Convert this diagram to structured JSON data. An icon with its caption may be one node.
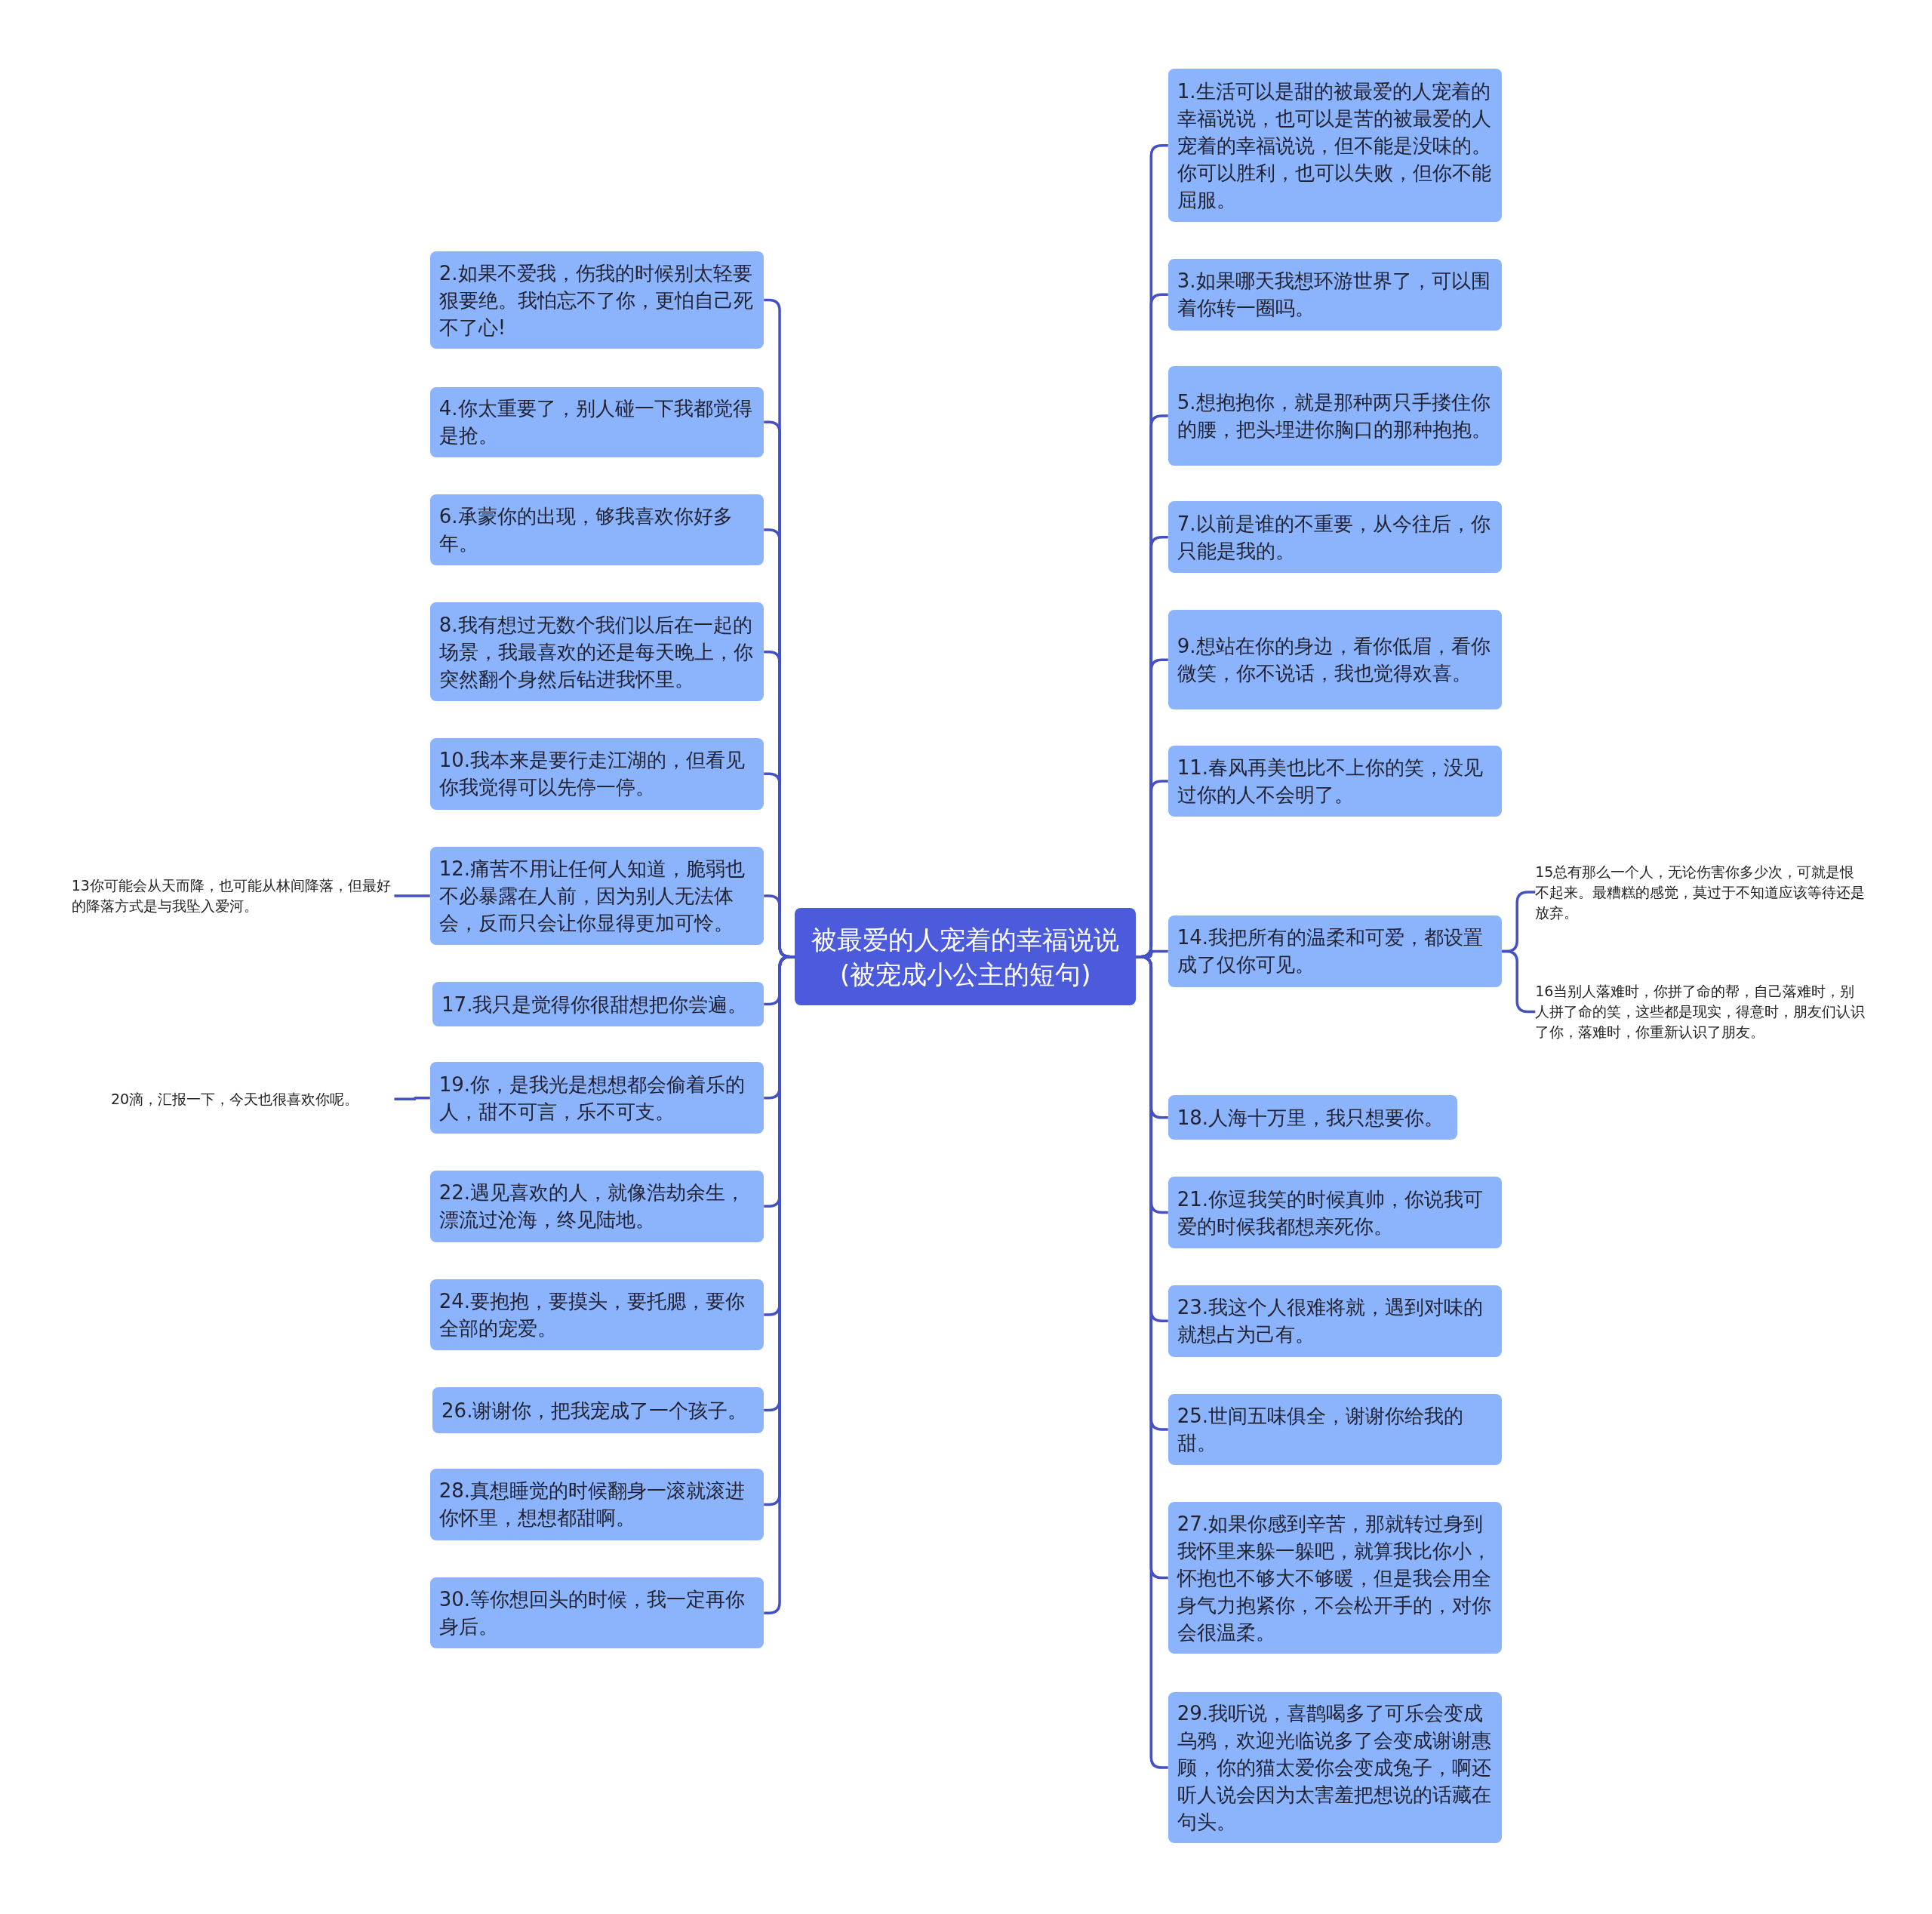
{
  "diagram": {
    "nodes": [
      {
        "text": [
          "被最爱的人宠着的幸福说说(被宠成小公主的短句)"
        ]
      },
      {
        "text": [
          "2.如果不爱我，伤我的时候别太轻要狠要绝。我怕忘不了你，更怕自己死不了心!"
        ]
      },
      {
        "text": [
          "4.你太重要了，别人碰一下我都觉得是抢。"
        ]
      },
      {
        "text": [
          "6.承蒙你的出现，够我喜欢你好多年。"
        ]
      },
      {
        "text": [
          "8.我有想过无数个我们以后在一起的场景，我最喜欢的还是每天晚上，你突然翻个身然后钻进我怀里。"
        ]
      },
      {
        "text": [
          "10.我本来是要行走江湖的，但看见你我觉得可以先停一停。"
        ]
      },
      {
        "text": [
          "12.痛苦不用让任何人知道，脆弱也不必暴露在人前，因为别人无法体会，反而只会让你显得更加可怜。"
        ]
      },
      {
        "text": [
          "13你可能会从天而降，也可能从林间降落，但最好的降落方式是与我坠入爱河。"
        ]
      },
      {
        "text": [
          "17.我只是觉得你很甜想把你尝遍。"
        ]
      },
      {
        "text": [
          "19.你，是我光是想想都会偷着乐的人，甜不可言，乐不可支。"
        ]
      },
      {
        "text": [
          "20滴，汇报一下，今天也很喜欢你呢。"
        ]
      },
      {
        "text": [
          "22.遇见喜欢的人，就像浩劫余生，漂流过沧海，终见陆地。"
        ]
      },
      {
        "text": [
          "24.要抱抱，要摸头，要托腮，要你全部的宠爱。"
        ]
      },
      {
        "text": [
          "26.谢谢你，把我宠成了一个孩子。"
        ]
      },
      {
        "text": [
          "28.真想睡觉的时候翻身一滚就滚进你怀里，想想都甜啊。"
        ]
      },
      {
        "text": [
          "30.等你想回头的时候，我一定再你身后。"
        ]
      },
      {
        "text": [
          "1.生活可以是甜的被最爱的人宠着的幸福说说，也可以是苦的被最爱的人宠着的幸福说说，但不能是没味的。你可以胜利，也可以失败，但你不能屈服。"
        ]
      },
      {
        "text": [
          "3.如果哪天我想环游世界了，可以围着你转一圈吗。"
        ]
      },
      {
        "text": [
          "5.想抱抱你，就是那种两只手搂住你的腰，把头埋进你胸口的那种抱抱。"
        ]
      },
      {
        "text": [
          "7.以前是谁的不重要，从今往后，你只能是我的。"
        ]
      },
      {
        "text": [
          "9.想站在你的身边，看你低眉，看你微笑，你不说话，我也觉得欢喜。"
        ]
      },
      {
        "text": [
          "11.春风再美也比不上你的笑，没见过你的人不会明了。"
        ]
      },
      {
        "text": [
          "14.我把所有的温柔和可爱，都设置成了仅你可见。"
        ]
      },
      {
        "text": [
          "15总有那么一个人，无论伤害你多少次，可就是恨不起来。最糟糕的感觉，莫过于不知道应该等待还是放弃。"
        ]
      },
      {
        "text": [
          "16当别人落难时，你拼了命的帮，自己落难时，别人拼了命的笑，这些都是现实，得意时，朋友们认识了你，落难时，你重新认识了朋友。"
        ]
      },
      {
        "text": [
          "18.人海十万里，我只想要你。"
        ]
      },
      {
        "text": [
          "21.你逗我笑的时候真帅，你说我可爱的时候我都想亲死你。"
        ]
      },
      {
        "text": [
          "23.我这个人很难将就，遇到对味的就想占为己有。"
        ]
      },
      {
        "text": [
          "25.世间五味俱全，谢谢你给我的甜。"
        ]
      },
      {
        "text": [
          "27.如果你感到辛苦，那就转过身到我怀里来躲一躲吧，就算我比你小，怀抱也不够大不够暖，但是我会用全身气力抱紧你，不会松开手的，对你会很温柔。"
        ]
      },
      {
        "text": [
          "29.我听说，喜鹊喝多了可乐会变成乌鸦，欢迎光临说多了会变成谢谢惠顾，你的猫太爱你会变成兔子，啊还听人说会因为太害羞把想说的话藏在句头。"
        ]
      }
    ],
    "edges": [
      {
        "from": 0,
        "to": 1,
        "arrow": "none"
      },
      {
        "from": 0,
        "to": 2,
        "arrow": "none"
      },
      {
        "from": 0,
        "to": 3,
        "arrow": "none"
      },
      {
        "from": 0,
        "to": 4,
        "arrow": "none"
      },
      {
        "from": 0,
        "to": 5,
        "arrow": "none"
      },
      {
        "from": 0,
        "to": 6,
        "arrow": "none"
      },
      {
        "from": 6,
        "to": 7,
        "arrow": "none"
      },
      {
        "from": 0,
        "to": 8,
        "arrow": "none"
      },
      {
        "from": 0,
        "to": 9,
        "arrow": "none"
      },
      {
        "from": 9,
        "to": 10,
        "arrow": "none"
      },
      {
        "from": 0,
        "to": 11,
        "arrow": "none"
      },
      {
        "from": 0,
        "to": 12,
        "arrow": "none"
      },
      {
        "from": 0,
        "to": 13,
        "arrow": "none"
      },
      {
        "from": 0,
        "to": 14,
        "arrow": "none"
      },
      {
        "from": 0,
        "to": 15,
        "arrow": "none"
      },
      {
        "from": 0,
        "to": 16,
        "arrow": "none"
      },
      {
        "from": 0,
        "to": 17,
        "arrow": "none"
      },
      {
        "from": 0,
        "to": 18,
        "arrow": "none"
      },
      {
        "from": 0,
        "to": 19,
        "arrow": "none"
      },
      {
        "from": 0,
        "to": 20,
        "arrow": "none"
      },
      {
        "from": 0,
        "to": 21,
        "arrow": "none"
      },
      {
        "from": 0,
        "to": 22,
        "arrow": "none"
      },
      {
        "from": 22,
        "to": 23,
        "arrow": "none"
      },
      {
        "from": 22,
        "to": 24,
        "arrow": "none"
      },
      {
        "from": 0,
        "to": 25,
        "arrow": "none"
      },
      {
        "from": 0,
        "to": 26,
        "arrow": "none"
      },
      {
        "from": 0,
        "to": 27,
        "arrow": "none"
      },
      {
        "from": 0,
        "to": 28,
        "arrow": "none"
      },
      {
        "from": 0,
        "to": 29,
        "arrow": "none"
      },
      {
        "from": 0,
        "to": 30,
        "arrow": "none"
      }
    ]
  }
}
